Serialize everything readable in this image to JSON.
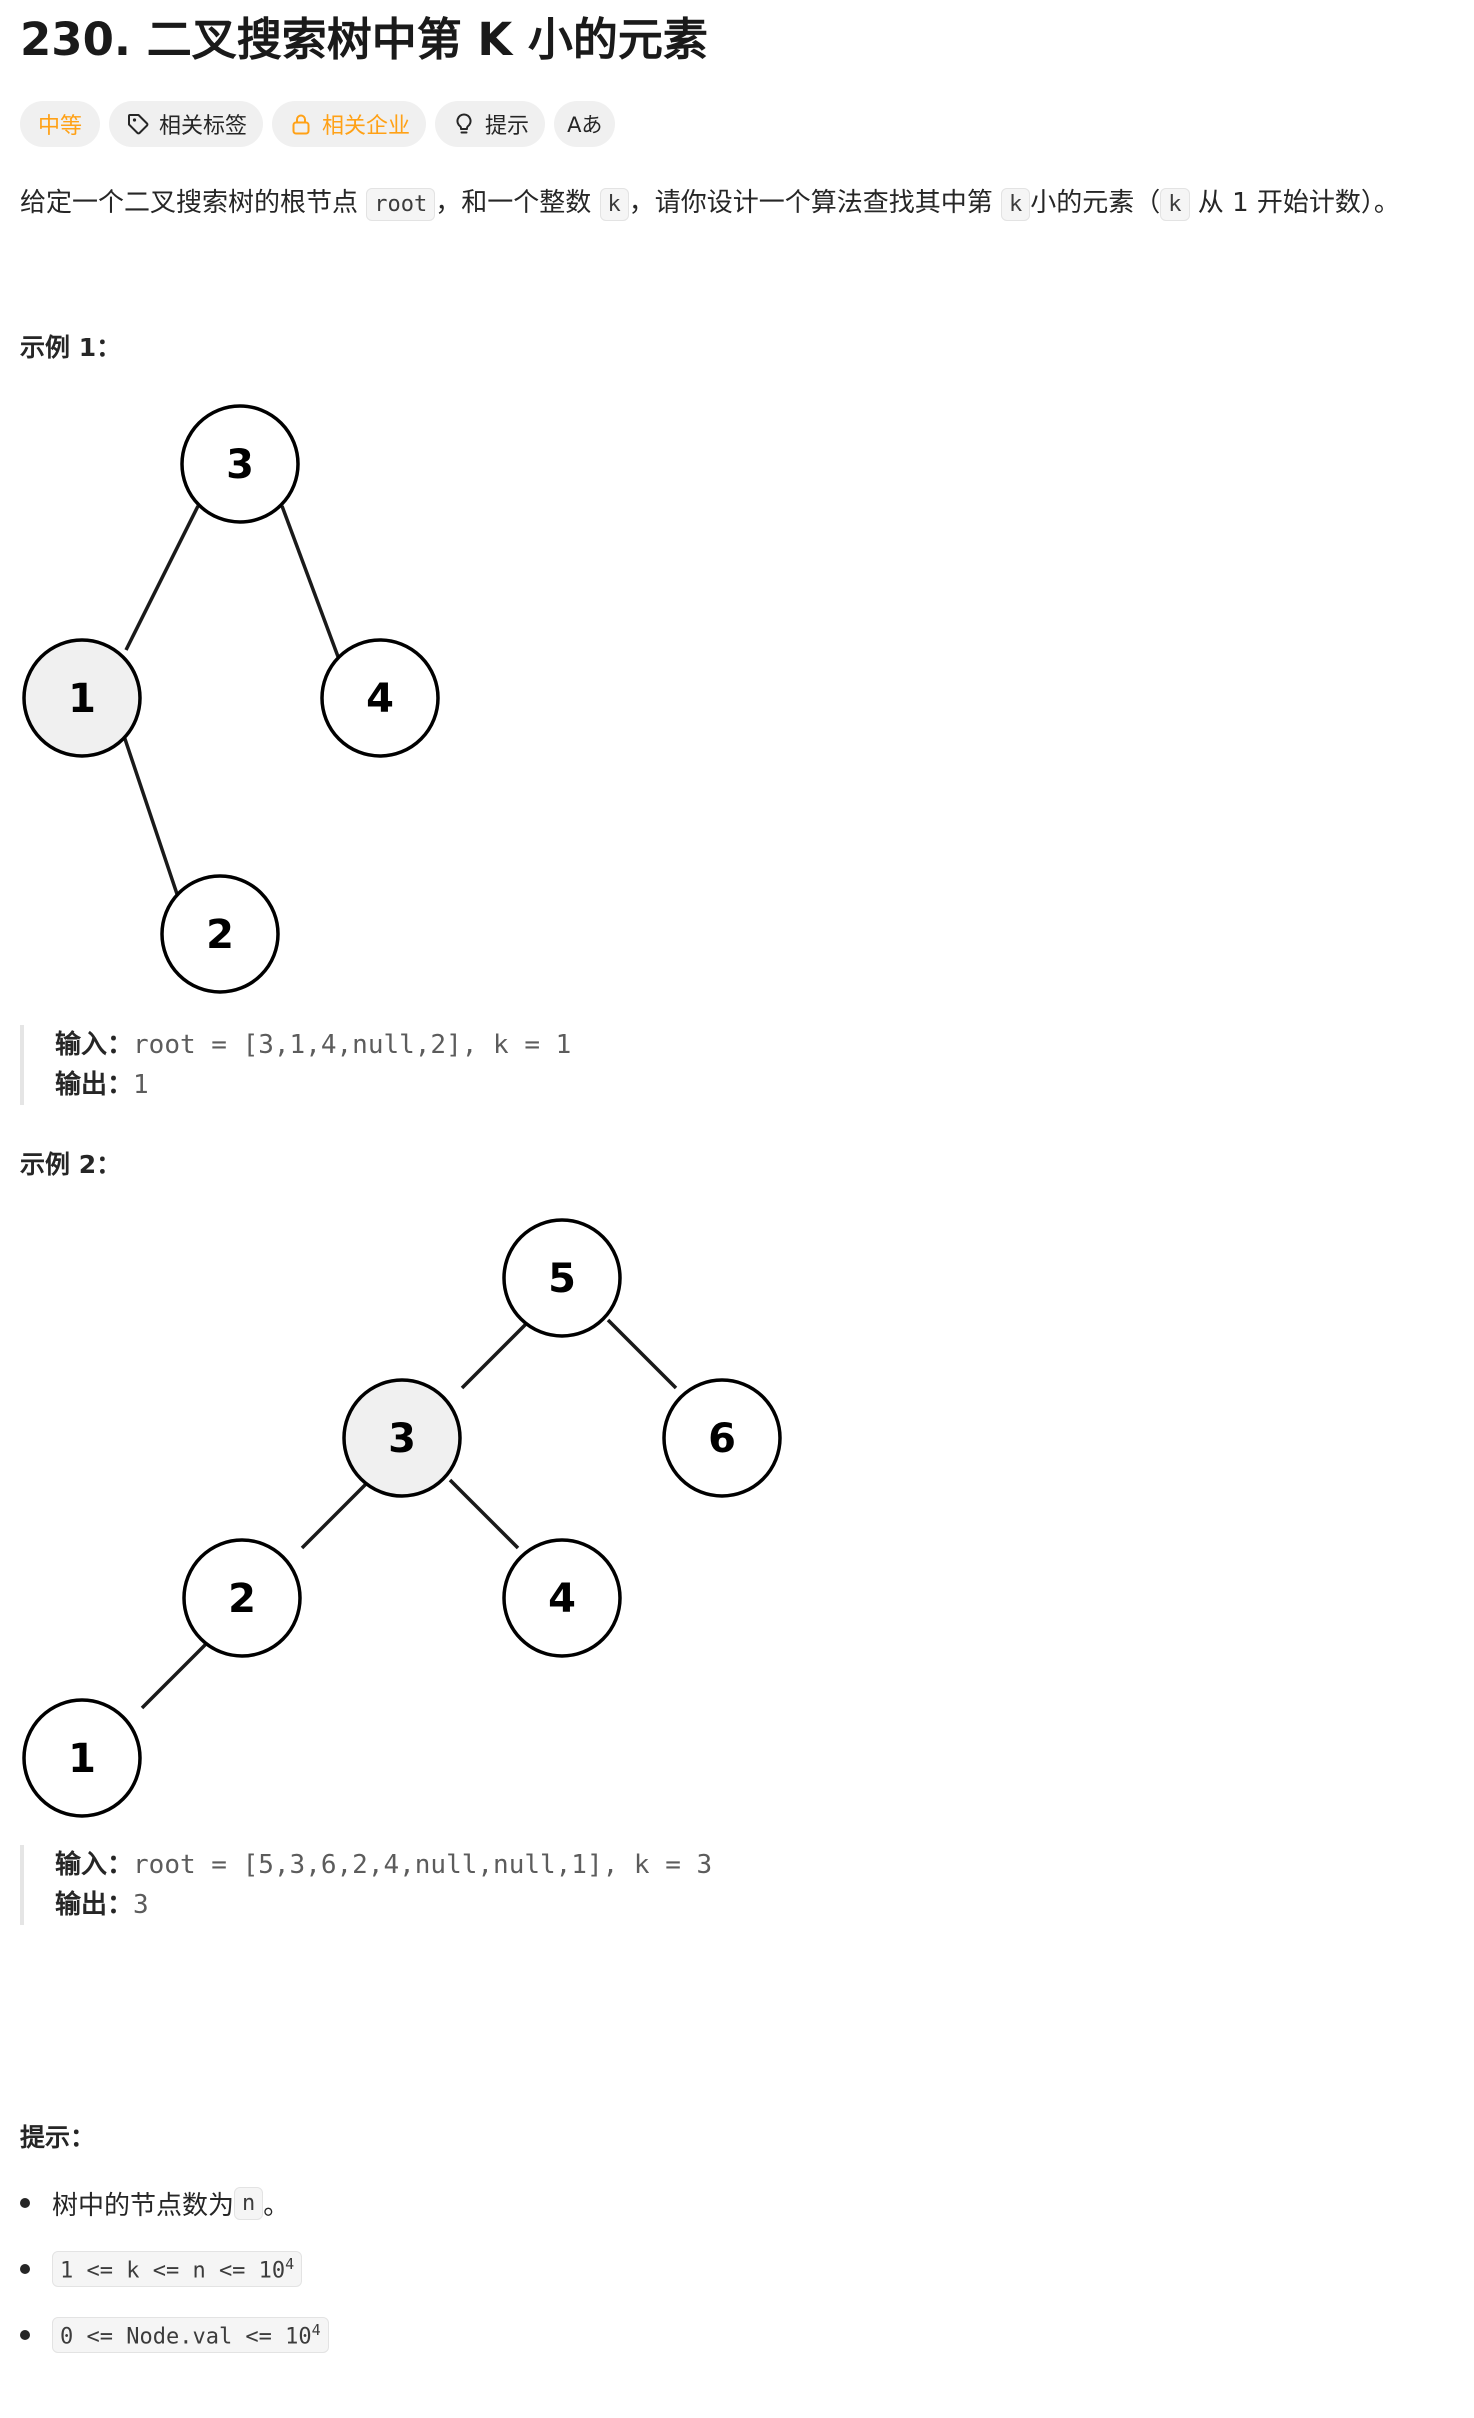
{
  "problem": {
    "title": "230. 二叉搜索树中第 K 小的元素"
  },
  "tags": {
    "difficulty": "中等",
    "related_tags": "相关标签",
    "related_companies": "相关企业",
    "hint": "提示",
    "translate": "Aあ"
  },
  "description": {
    "p1": "给定一个二叉搜索树的根节点 ",
    "c1": "root",
    "p2": "，和一个整数 ",
    "c2": "k",
    "p3": "，请你设计一个算法查找其中第 ",
    "c3": "k",
    "p4": " 小的元素（从 1 开始计数）。",
    "c4": "k",
    "p4a": "小的元素（",
    "p4b": " 从 1 开始计数）。"
  },
  "example1": {
    "label": "示例 1：",
    "nodes": [
      "3",
      "1",
      "4",
      "2"
    ],
    "input_label": "输入：",
    "input_value": "root = [3,1,4,null,2], k = 1",
    "output_label": "输出：",
    "output_value": "1"
  },
  "example2": {
    "label": "示例 2：",
    "nodes": [
      "5",
      "3",
      "6",
      "2",
      "4",
      "1"
    ],
    "input_label": "输入：",
    "input_value": "root = [5,3,6,2,4,null,null,1], k = 3",
    "output_label": "输出：",
    "output_value": "3"
  },
  "constraints": {
    "label": "提示：",
    "item1_text": "树中的节点数为 ",
    "item1_code": "n",
    "item1_end": " 。",
    "item2_code": "1 <= k <= n <= 10",
    "item2_sup": "4",
    "item3_code": "0 <= Node.val <= 10",
    "item3_sup": "4"
  },
  "colors": {
    "accent_orange": "#ffa116",
    "highlight_node": "#f0f0f0"
  }
}
